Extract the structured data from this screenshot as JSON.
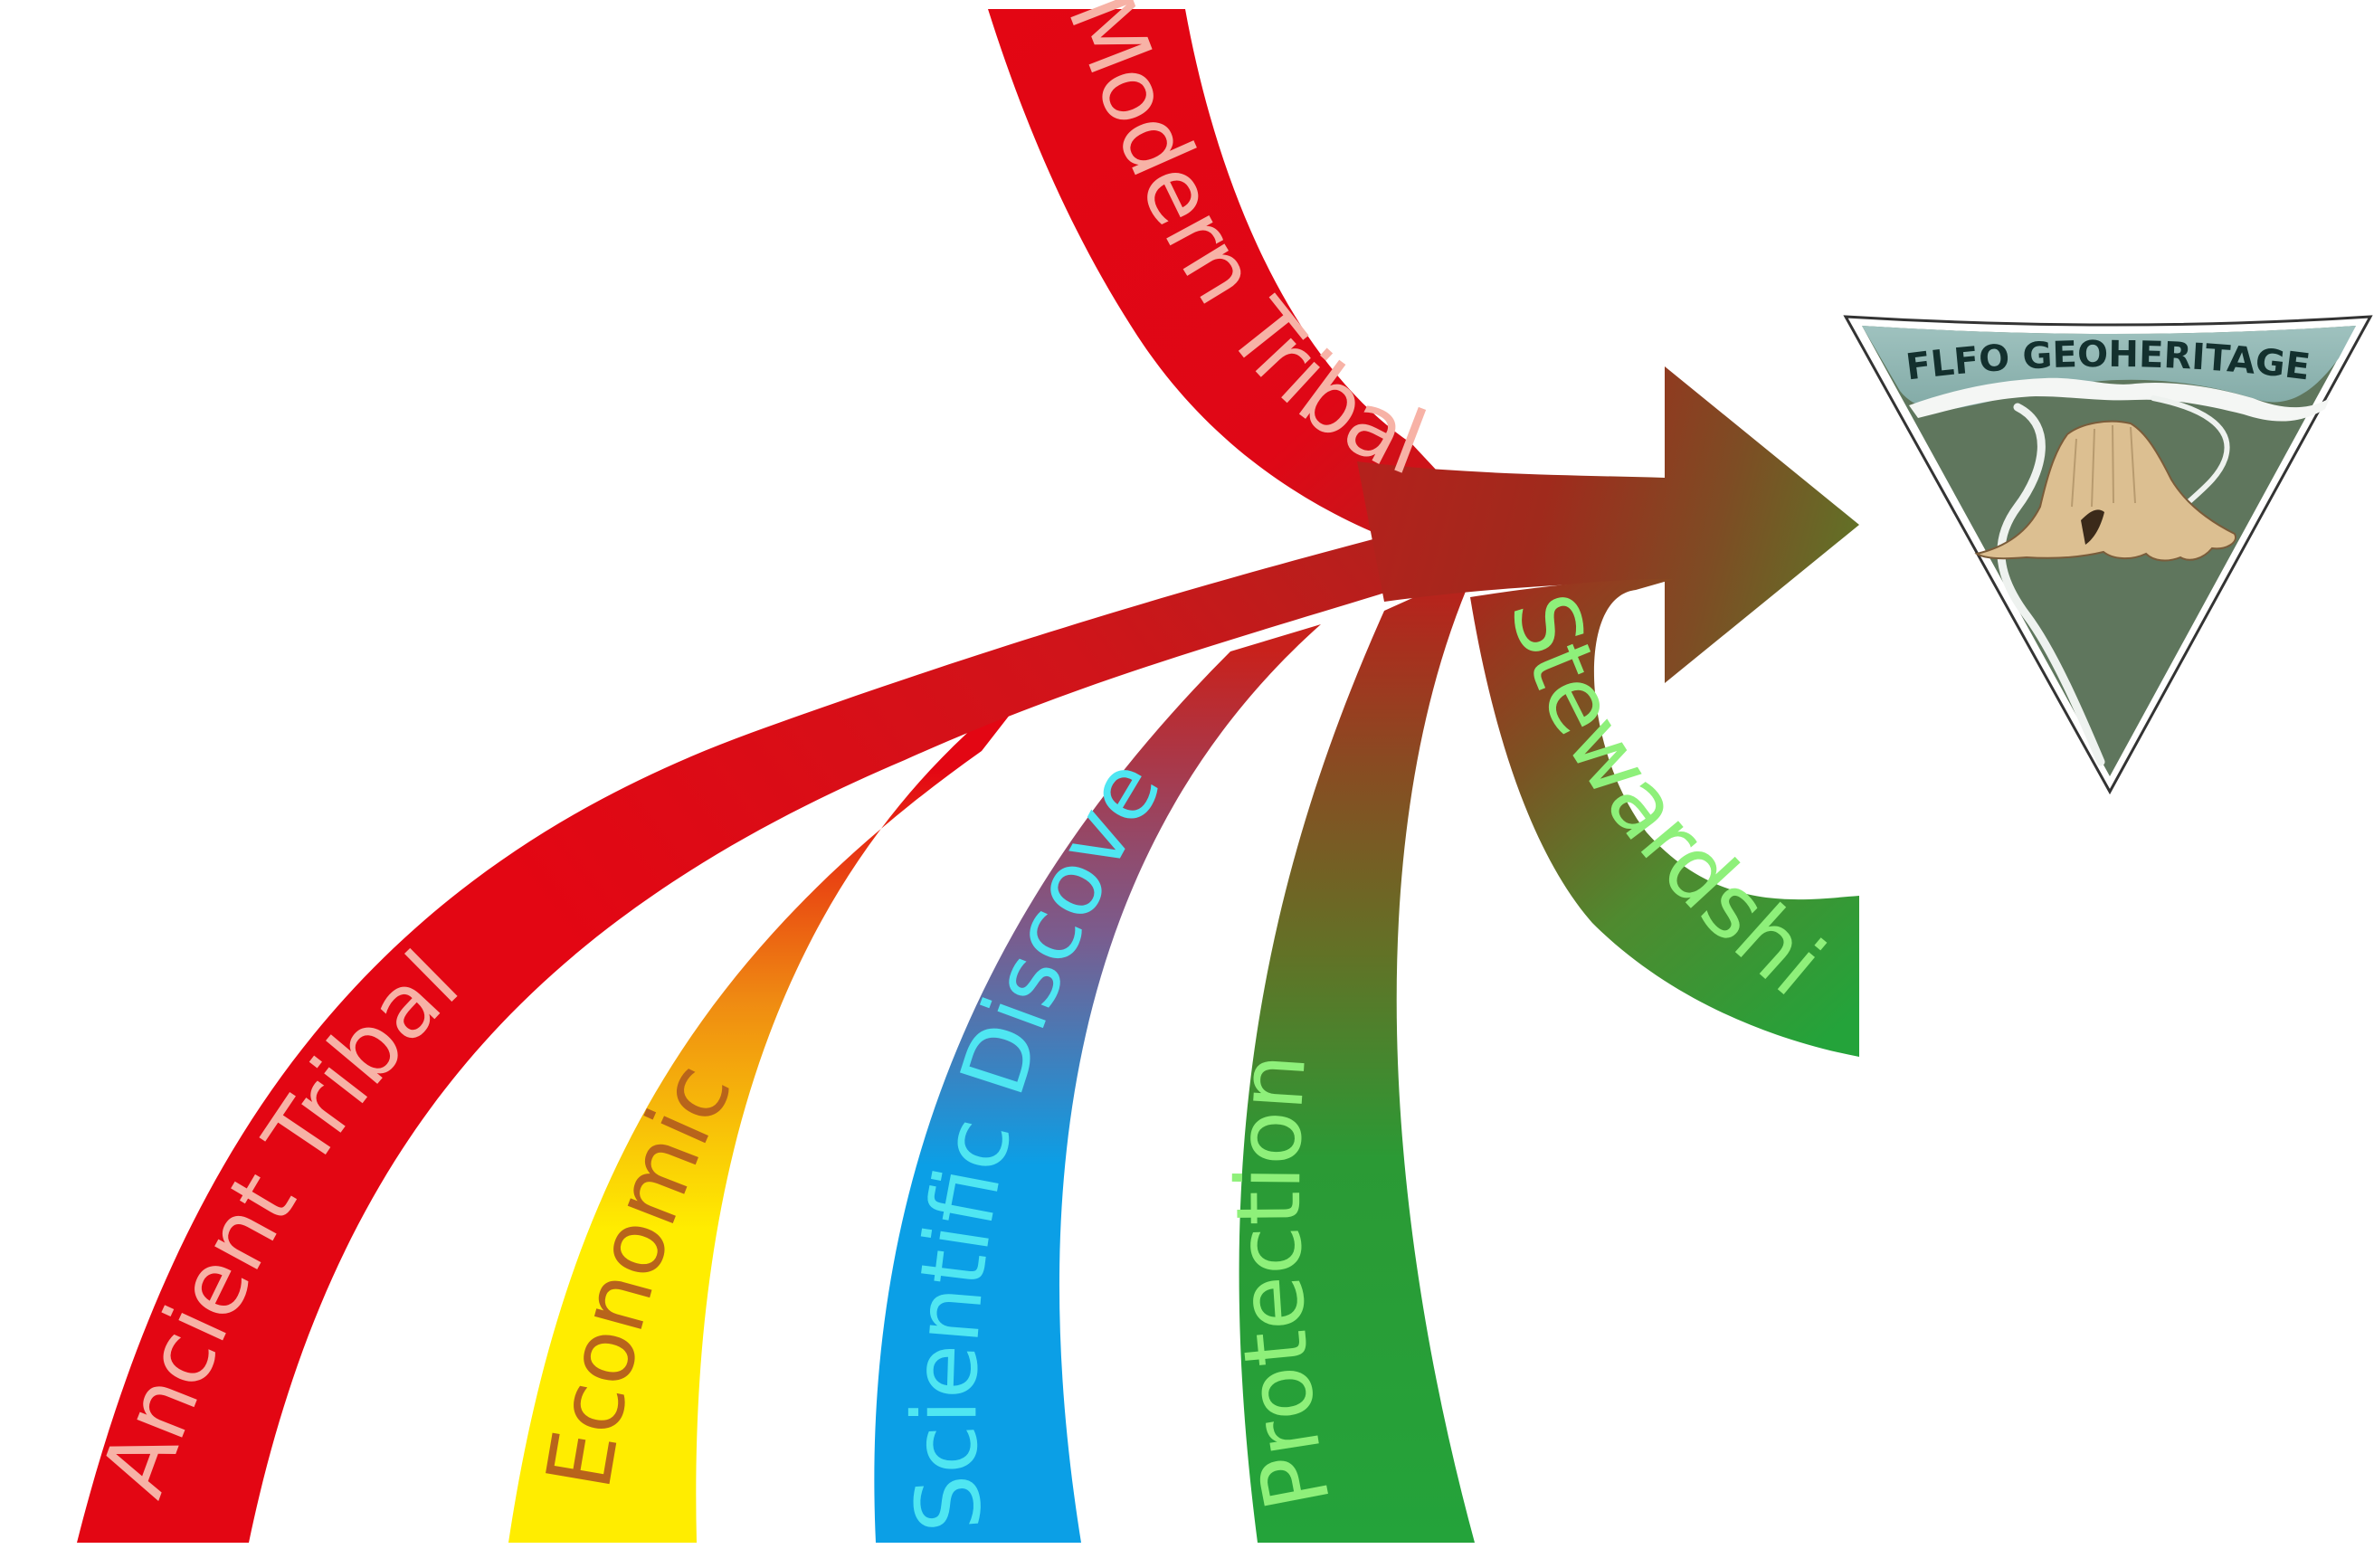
{
  "diagram": {
    "streams": [
      {
        "id": "modern-tribal",
        "label": "Modern Tribal",
        "label_color": "#f7b2a6"
      },
      {
        "id": "ancient-tribal",
        "label": "Ancient Tribal",
        "label_color": "#f7b2a6"
      },
      {
        "id": "economic",
        "label": "Economic",
        "label_color": "#b8641b"
      },
      {
        "id": "scientific-discovery",
        "label": "Scientific Discovery",
        "label_color": "#4fe6f2"
      },
      {
        "id": "protection",
        "label": "Protection",
        "label_color": "#8ef07a"
      },
      {
        "id": "stewardship",
        "label": "Stewardship",
        "label_color": "#8ef07a"
      }
    ],
    "colors": {
      "red": "#e30613",
      "dark_red": "#b3211c",
      "yellow": "#ffed00",
      "orange": "#ef8a12",
      "blue": "#0b9fe6",
      "green": "#24a33a",
      "olive": "#637126",
      "brown": "#8a4a22"
    }
  },
  "badge": {
    "title": "FLFO GEOHERITAGE",
    "sky_color": "#8fb6b3",
    "land_color": "#5f765d",
    "rock_color": "#dcbf91",
    "title_color": "#13302e"
  }
}
